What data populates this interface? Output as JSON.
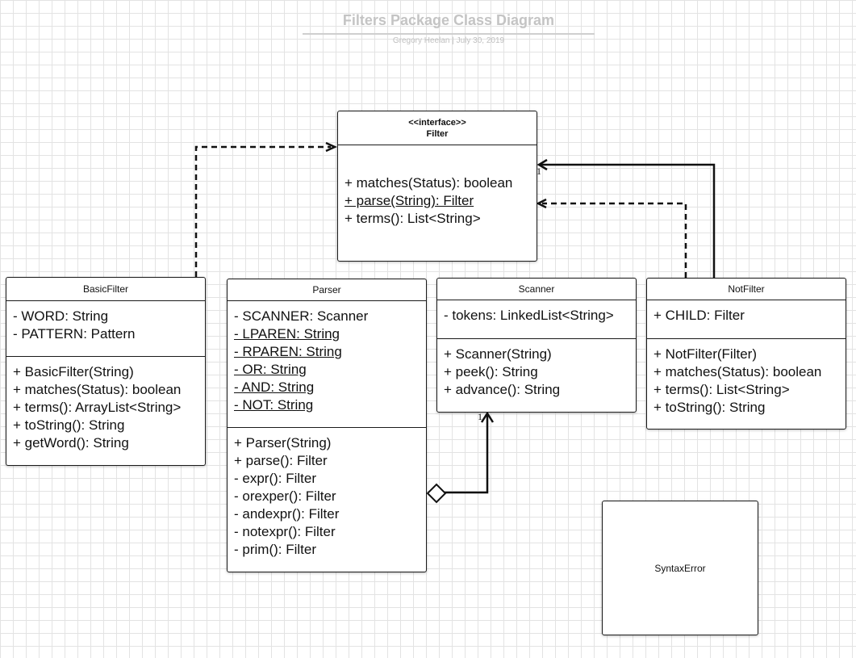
{
  "diagram": {
    "title": "Filters Package Class Diagram",
    "subtitle": "Gregory Heelan  |  July 30, 2019"
  },
  "classes": {
    "filter": {
      "stereotype": "<<interface>>",
      "name": "Filter",
      "operations": [
        "+ matches(Status): boolean",
        "+ parse(String): Filter",
        "+ terms(): List<String>"
      ]
    },
    "basic_filter": {
      "name": "BasicFilter",
      "attributes": [
        "- WORD: String",
        "- PATTERN: Pattern"
      ],
      "operations": [
        "+ BasicFilter(String)",
        "+ matches(Status): boolean",
        "+ terms(): ArrayList<String>",
        "+ toString(): String",
        "+ getWord(): String"
      ]
    },
    "parser": {
      "name": "Parser",
      "attributes": [
        "- SCANNER: Scanner",
        "- LPAREN: String",
        "- RPAREN: String",
        "- OR: String",
        "- AND: String",
        "- NOT: String"
      ],
      "operations": [
        "+ Parser(String)",
        "+ parse(): Filter",
        "-  expr(): Filter",
        "-  orexper(): Filter",
        "-  andexpr(): Filter",
        "-  notexpr(): Filter",
        "-  prim(): Filter"
      ]
    },
    "scanner": {
      "name": "Scanner",
      "attributes": [
        "- tokens: LinkedList<String>"
      ],
      "operations": [
        "+ Scanner(String)",
        "+ peek(): String",
        "+ advance(): String"
      ]
    },
    "not_filter": {
      "name": "NotFilter",
      "attributes": [
        "+ CHILD: Filter"
      ],
      "operations": [
        "+ NotFilter(Filter)",
        "+ matches(Status): boolean",
        "+ terms(): List<String>",
        "+ toString(): String"
      ]
    },
    "syntax_error": {
      "name": "SyntaxError"
    }
  },
  "relationships": [
    {
      "id": "basicfilter-realizes-filter",
      "type": "realization",
      "from": "BasicFilter",
      "to": "Filter"
    },
    {
      "id": "notfilter-realizes-filter",
      "type": "realization",
      "from": "NotFilter",
      "to": "Filter"
    },
    {
      "id": "notfilter-child-filter",
      "type": "association",
      "from": "NotFilter",
      "to": "Filter",
      "multiplicity": "1"
    },
    {
      "id": "parser-has-scanner",
      "type": "aggregation",
      "from": "Parser",
      "to": "Scanner",
      "multiplicity": "1"
    }
  ]
}
